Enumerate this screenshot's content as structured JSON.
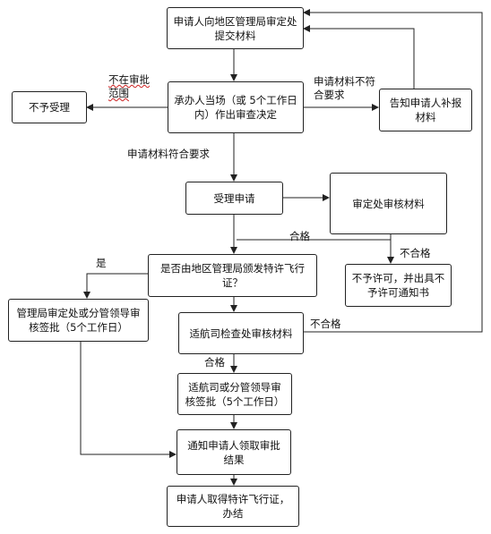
{
  "nodes": {
    "submit": "申请人向地区管理局审定处提交材料",
    "onsite": "承办人当场（或 5个工作日内）作出审查决定",
    "reject": "不予受理",
    "notify_supplement": "告知申请人补报材料",
    "accept": "受理申请",
    "review_materials": "审定处审核材料",
    "decide_issuer": "是否由地区管理局颁发特许飞行证？",
    "bureau_sign": "管理局审定处或分管领导审核签批（5个工作日）",
    "not_permit": "不予许可，并出具不予许可通知书",
    "hq_check": "适航司检查处审核材料",
    "hq_sign": "适航司或分管领导审核签批（5个工作日）",
    "notify_result": "通知申请人领取审批结果",
    "obtain": "申请人取得特许飞行证，办结"
  },
  "labels": {
    "out_of_scope": "不在审批范围",
    "not_meet": "申请材料不符合要求",
    "meet": "申请材料符合要求",
    "qualified_1": "合格",
    "unqualified_1": "不合格",
    "yes": "是",
    "unqualified_2": "不合格",
    "qualified_2": "合格"
  },
  "colors": {
    "line": "#222222",
    "text": "#111111",
    "mark": "#777777"
  }
}
